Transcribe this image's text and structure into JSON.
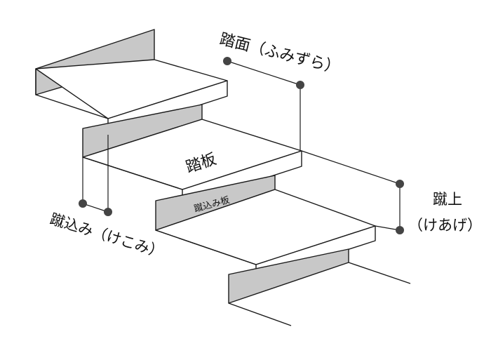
{
  "labels": {
    "tread_surface": "踏面（ふみずら）",
    "tread_board": "踏板",
    "riser_board": "蹴込み板",
    "riser_height_line1": "蹴上",
    "riser_height_line2": "（けあげ）",
    "kick_depth": "蹴込み（けこみ）"
  },
  "colors": {
    "riser_fill": "#c8c8c8",
    "line": "#1a1a1a",
    "dot": "#444444",
    "background": "#ffffff"
  }
}
